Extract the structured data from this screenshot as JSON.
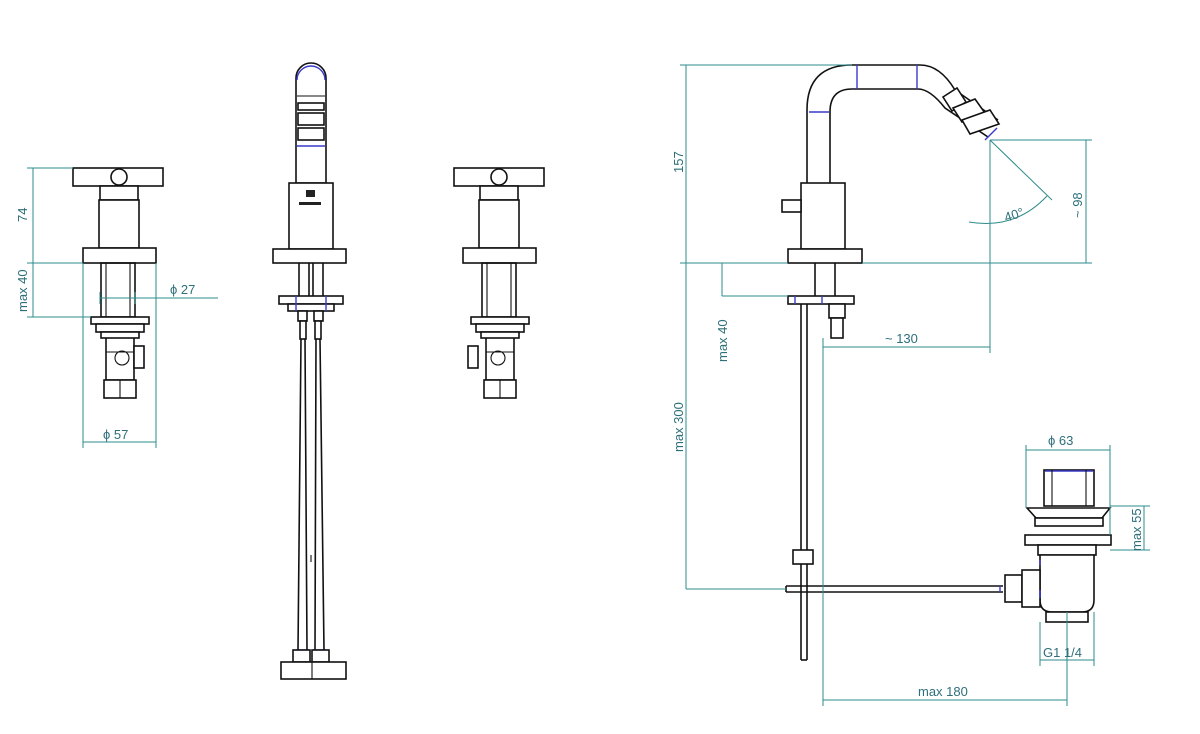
{
  "dimensions": {
    "height_74": "74",
    "max_40_left": "max 40",
    "dia_27": "ϕ 27",
    "dia_57": "ϕ 57",
    "height_157": "157",
    "approx_98": "~ 98",
    "angle_40": "40°",
    "max_40_right": "max 40",
    "approx_130": "~ 130",
    "max_300": "max 300",
    "dia_63": "ϕ 63",
    "max_55": "max 55",
    "thread_g114": "G1 1/4",
    "max_180": "max 180"
  },
  "colors": {
    "outline": "#111111",
    "dimension": "#2e8b8b",
    "accent": "#3a3acc"
  }
}
